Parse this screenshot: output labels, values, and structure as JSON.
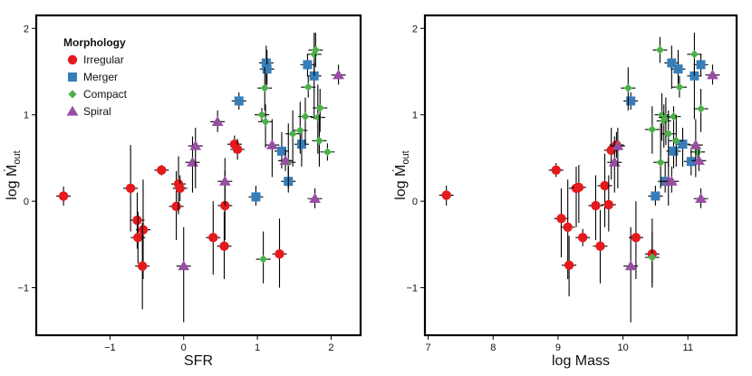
{
  "legend": {
    "title": "Morphology",
    "placement": "top-left",
    "entries": [
      {
        "label": "Irregular",
        "color": "#e41a1c",
        "marker": "circle"
      },
      {
        "label": "Merger",
        "color": "#377eb8",
        "marker": "square"
      },
      {
        "label": "Compact",
        "color": "#4daf4a",
        "marker": "diamond"
      },
      {
        "label": "Spiral",
        "color": "#984ea3",
        "marker": "triangle"
      }
    ]
  },
  "chart_data": [
    {
      "type": "scatter",
      "xlabel": "SFR",
      "ylabel": "log Ṁ",
      "ylabel_sub": "out",
      "xlim": [
        -2.0,
        2.4
      ],
      "ylim": [
        -1.55,
        2.15
      ],
      "xticks": [
        "−1",
        "0",
        "1",
        "2"
      ],
      "xtick_values": [
        -1,
        0,
        1,
        2
      ],
      "yticks": [
        "−1",
        "0",
        "1",
        "2"
      ],
      "ytick_values": [
        -1,
        0,
        1,
        2
      ],
      "series": [
        {
          "name": "Irregular",
          "color": "#e41a1c",
          "marker": "circle",
          "points": [
            {
              "x": -1.63,
              "y": 0.06,
              "ylo": -0.05,
              "yhi": 0.17
            },
            {
              "x": -0.72,
              "y": 0.15,
              "ylo": -0.35,
              "yhi": 0.65
            },
            {
              "x": -0.63,
              "y": -0.22,
              "ylo": -0.55,
              "yhi": 0.1
            },
            {
              "x": -0.62,
              "y": -0.42,
              "ylo": -0.72,
              "yhi": -0.12
            },
            {
              "x": -0.55,
              "y": -0.33,
              "ylo": -0.9,
              "yhi": 0.25
            },
            {
              "x": -0.56,
              "y": -0.75,
              "ylo": -1.25,
              "yhi": -0.25
            },
            {
              "x": -0.3,
              "y": 0.36,
              "ylo": 0.3,
              "yhi": 0.42
            },
            {
              "x": -0.1,
              "y": -0.06,
              "ylo": -0.45,
              "yhi": 0.35
            },
            {
              "x": -0.07,
              "y": 0.2,
              "ylo": -0.15,
              "yhi": 0.52
            },
            {
              "x": -0.05,
              "y": 0.15,
              "ylo": 0.0,
              "yhi": 0.3
            },
            {
              "x": 0.4,
              "y": -0.42,
              "ylo": -0.85,
              "yhi": 0.0
            },
            {
              "x": 0.55,
              "y": -0.52,
              "ylo": -0.9,
              "yhi": -0.12
            },
            {
              "x": 0.56,
              "y": -0.05,
              "ylo": -0.45,
              "yhi": 0.35
            },
            {
              "x": 0.69,
              "y": 0.66,
              "ylo": 0.56,
              "yhi": 0.76
            },
            {
              "x": 0.73,
              "y": 0.6,
              "ylo": 0.48,
              "yhi": 0.72
            },
            {
              "x": 1.3,
              "y": -0.61,
              "ylo": -1.0,
              "yhi": -0.2
            }
          ]
        },
        {
          "name": "Merger",
          "color": "#377eb8",
          "marker": "square",
          "points": [
            {
              "x": 0.75,
              "y": 1.16,
              "ylo": 1.06,
              "yhi": 1.26
            },
            {
              "x": 0.98,
              "y": 0.05,
              "ylo": -0.05,
              "yhi": 0.18
            },
            {
              "x": 1.12,
              "y": 1.6,
              "ylo": 1.3,
              "yhi": 1.8
            },
            {
              "x": 1.13,
              "y": 1.53,
              "ylo": 1.35,
              "yhi": 1.75
            },
            {
              "x": 1.33,
              "y": 0.58,
              "ylo": 0.38,
              "yhi": 0.8
            },
            {
              "x": 1.42,
              "y": 0.23,
              "ylo": 0.1,
              "yhi": 0.45
            },
            {
              "x": 1.6,
              "y": 0.66,
              "ylo": 0.4,
              "yhi": 0.85
            },
            {
              "x": 1.68,
              "y": 1.58,
              "ylo": 1.45,
              "yhi": 1.7
            },
            {
              "x": 1.77,
              "y": 1.45,
              "ylo": 0.95,
              "yhi": 1.6
            }
          ]
        },
        {
          "name": "Compact",
          "color": "#4daf4a",
          "marker": "diamond",
          "points": [
            {
              "x": 1.06,
              "y": 1.0,
              "ylo": 0.92,
              "yhi": 1.08
            },
            {
              "x": 1.1,
              "y": 1.31,
              "ylo": 1.05,
              "yhi": 1.55
            },
            {
              "x": 1.08,
              "y": -0.67,
              "ylo": -0.95,
              "yhi": -0.35
            },
            {
              "x": 1.11,
              "y": 0.92,
              "ylo": 0.62,
              "yhi": 1.12
            },
            {
              "x": 1.42,
              "y": 0.45,
              "ylo": 0.15,
              "yhi": 0.9
            },
            {
              "x": 1.48,
              "y": 0.78,
              "ylo": 0.4,
              "yhi": 1.05
            },
            {
              "x": 1.58,
              "y": 0.82,
              "ylo": 0.55,
              "yhi": 1.15
            },
            {
              "x": 1.65,
              "y": 0.98,
              "ylo": 0.65,
              "yhi": 1.2
            },
            {
              "x": 1.69,
              "y": 1.32,
              "ylo": 1.2,
              "yhi": 1.45
            },
            {
              "x": 1.77,
              "y": 1.7,
              "ylo": 1.45,
              "yhi": 1.95
            },
            {
              "x": 1.79,
              "y": 1.75,
              "ylo": 1.55,
              "yhi": 1.95
            },
            {
              "x": 1.82,
              "y": 0.97,
              "ylo": 0.55,
              "yhi": 1.35
            },
            {
              "x": 1.84,
              "y": 0.7,
              "ylo": 0.4,
              "yhi": 1.0
            },
            {
              "x": 1.85,
              "y": 1.08,
              "ylo": 0.8,
              "yhi": 1.3
            },
            {
              "x": 1.95,
              "y": 0.57,
              "ylo": 0.47,
              "yhi": 0.67
            }
          ]
        },
        {
          "name": "Spiral",
          "color": "#984ea3",
          "marker": "triangle",
          "points": [
            {
              "x": 0.0,
              "y": -0.75,
              "ylo": -1.4,
              "yhi": -0.3
            },
            {
              "x": 0.12,
              "y": 0.45,
              "ylo": 0.1,
              "yhi": 0.75
            },
            {
              "x": 0.16,
              "y": 0.64,
              "ylo": 0.15,
              "yhi": 0.85
            },
            {
              "x": 0.46,
              "y": 0.92,
              "ylo": 0.8,
              "yhi": 1.05
            },
            {
              "x": 0.56,
              "y": 0.23,
              "ylo": -0.05,
              "yhi": 0.5
            },
            {
              "x": 1.2,
              "y": 0.65,
              "ylo": 0.28,
              "yhi": 0.95
            },
            {
              "x": 1.38,
              "y": 0.47,
              "ylo": 0.35,
              "yhi": 0.6
            },
            {
              "x": 1.78,
              "y": 0.03,
              "ylo": -0.08,
              "yhi": 0.15
            },
            {
              "x": 2.1,
              "y": 1.46,
              "ylo": 1.35,
              "yhi": 1.58
            }
          ]
        }
      ]
    },
    {
      "type": "scatter",
      "xlabel": "log Mass",
      "ylabel": "log Ṁ",
      "ylabel_sub": "out",
      "xlim": [
        6.95,
        11.75
      ],
      "ylim": [
        -1.55,
        2.15
      ],
      "xticks": [
        "7",
        "8",
        "9",
        "10",
        "11"
      ],
      "xtick_values": [
        7,
        8,
        9,
        10,
        11
      ],
      "yticks": [
        "−1",
        "0",
        "1",
        "2"
      ],
      "ytick_values": [
        -1,
        0,
        1,
        2
      ],
      "series": [
        {
          "name": "Irregular",
          "color": "#e41a1c",
          "marker": "circle",
          "points": [
            {
              "x": 7.28,
              "y": 0.07,
              "ylo": -0.05,
              "yhi": 0.18
            },
            {
              "x": 8.97,
              "y": 0.36,
              "ylo": 0.28,
              "yhi": 0.44
            },
            {
              "x": 9.05,
              "y": -0.2,
              "ylo": -0.65,
              "yhi": 0.15
            },
            {
              "x": 9.15,
              "y": -0.3,
              "ylo": -0.9,
              "yhi": 0.25
            },
            {
              "x": 9.17,
              "y": -0.74,
              "ylo": -1.1,
              "yhi": -0.4
            },
            {
              "x": 9.28,
              "y": 0.15,
              "ylo": -0.3,
              "yhi": 0.4
            },
            {
              "x": 9.32,
              "y": 0.16,
              "ylo": -0.25,
              "yhi": 0.42
            },
            {
              "x": 9.38,
              "y": -0.42,
              "ylo": -0.52,
              "yhi": -0.32
            },
            {
              "x": 9.58,
              "y": -0.05,
              "ylo": -0.45,
              "yhi": 0.3
            },
            {
              "x": 9.65,
              "y": -0.52,
              "ylo": -0.95,
              "yhi": -0.1
            },
            {
              "x": 9.72,
              "y": 0.18,
              "ylo": -0.3,
              "yhi": 0.55
            },
            {
              "x": 9.78,
              "y": -0.04,
              "ylo": -0.35,
              "yhi": 0.3
            },
            {
              "x": 9.82,
              "y": 0.59,
              "ylo": 0.25,
              "yhi": 0.85
            },
            {
              "x": 9.9,
              "y": 0.65,
              "ylo": 0.5,
              "yhi": 0.8
            },
            {
              "x": 10.2,
              "y": -0.42,
              "ylo": -0.9,
              "yhi": 0.0
            },
            {
              "x": 10.45,
              "y": -0.61,
              "ylo": -1.0,
              "yhi": -0.2
            }
          ]
        },
        {
          "name": "Merger",
          "color": "#377eb8",
          "marker": "square",
          "points": [
            {
              "x": 10.12,
              "y": 1.16,
              "ylo": 1.06,
              "yhi": 1.26
            },
            {
              "x": 10.5,
              "y": 0.06,
              "ylo": -0.05,
              "yhi": 0.18
            },
            {
              "x": 10.75,
              "y": 1.6,
              "ylo": 1.3,
              "yhi": 1.8
            },
            {
              "x": 10.85,
              "y": 1.53,
              "ylo": 1.35,
              "yhi": 1.75
            },
            {
              "x": 10.78,
              "y": 0.58,
              "ylo": 0.38,
              "yhi": 0.8
            },
            {
              "x": 10.65,
              "y": 0.23,
              "ylo": 0.1,
              "yhi": 0.45
            },
            {
              "x": 10.92,
              "y": 0.66,
              "ylo": 0.4,
              "yhi": 0.85
            },
            {
              "x": 11.2,
              "y": 1.58,
              "ylo": 1.45,
              "yhi": 1.7
            },
            {
              "x": 11.1,
              "y": 1.45,
              "ylo": 0.95,
              "yhi": 1.6
            },
            {
              "x": 11.05,
              "y": 0.46,
              "ylo": 0.3,
              "yhi": 0.6
            }
          ]
        },
        {
          "name": "Compact",
          "color": "#4daf4a",
          "marker": "diamond",
          "points": [
            {
              "x": 10.08,
              "y": 1.31,
              "ylo": 1.05,
              "yhi": 1.55
            },
            {
              "x": 10.45,
              "y": -0.65,
              "ylo": -0.95,
              "yhi": -0.35
            },
            {
              "x": 10.45,
              "y": 0.83,
              "ylo": 0.55,
              "yhi": 1.1
            },
            {
              "x": 10.57,
              "y": 1.75,
              "ylo": 1.6,
              "yhi": 1.9
            },
            {
              "x": 10.58,
              "y": 0.45,
              "ylo": 0.15,
              "yhi": 0.9
            },
            {
              "x": 10.6,
              "y": 1.0,
              "ylo": 0.7,
              "yhi": 1.25
            },
            {
              "x": 10.63,
              "y": 0.93,
              "ylo": 0.62,
              "yhi": 1.12
            },
            {
              "x": 10.66,
              "y": 0.97,
              "ylo": 0.65,
              "yhi": 1.2
            },
            {
              "x": 10.7,
              "y": 0.78,
              "ylo": 0.4,
              "yhi": 1.05
            },
            {
              "x": 10.78,
              "y": 0.98,
              "ylo": 0.8,
              "yhi": 1.1
            },
            {
              "x": 10.82,
              "y": 0.7,
              "ylo": 0.4,
              "yhi": 1.0
            },
            {
              "x": 10.87,
              "y": 1.32,
              "ylo": 1.2,
              "yhi": 1.45
            },
            {
              "x": 11.1,
              "y": 1.7,
              "ylo": 1.45,
              "yhi": 1.95
            },
            {
              "x": 11.15,
              "y": 0.57,
              "ylo": 0.47,
              "yhi": 0.67
            },
            {
              "x": 11.2,
              "y": 1.07,
              "ylo": 0.8,
              "yhi": 1.3
            }
          ]
        },
        {
          "name": "Spiral",
          "color": "#984ea3",
          "marker": "triangle",
          "points": [
            {
              "x": 9.87,
              "y": 0.45,
              "ylo": 0.1,
              "yhi": 0.75
            },
            {
              "x": 9.92,
              "y": 0.64,
              "ylo": 0.15,
              "yhi": 0.85
            },
            {
              "x": 10.12,
              "y": -0.75,
              "ylo": -1.4,
              "yhi": -0.3
            },
            {
              "x": 10.7,
              "y": 0.23,
              "ylo": -0.05,
              "yhi": 0.5
            },
            {
              "x": 10.75,
              "y": 0.23,
              "ylo": 0.1,
              "yhi": 0.4
            },
            {
              "x": 11.12,
              "y": 0.65,
              "ylo": 0.28,
              "yhi": 0.95
            },
            {
              "x": 11.17,
              "y": 0.47,
              "ylo": 0.35,
              "yhi": 0.6
            },
            {
              "x": 11.2,
              "y": 0.03,
              "ylo": -0.08,
              "yhi": 0.15
            },
            {
              "x": 11.38,
              "y": 1.46,
              "ylo": 1.35,
              "yhi": 1.58
            }
          ]
        }
      ]
    }
  ]
}
